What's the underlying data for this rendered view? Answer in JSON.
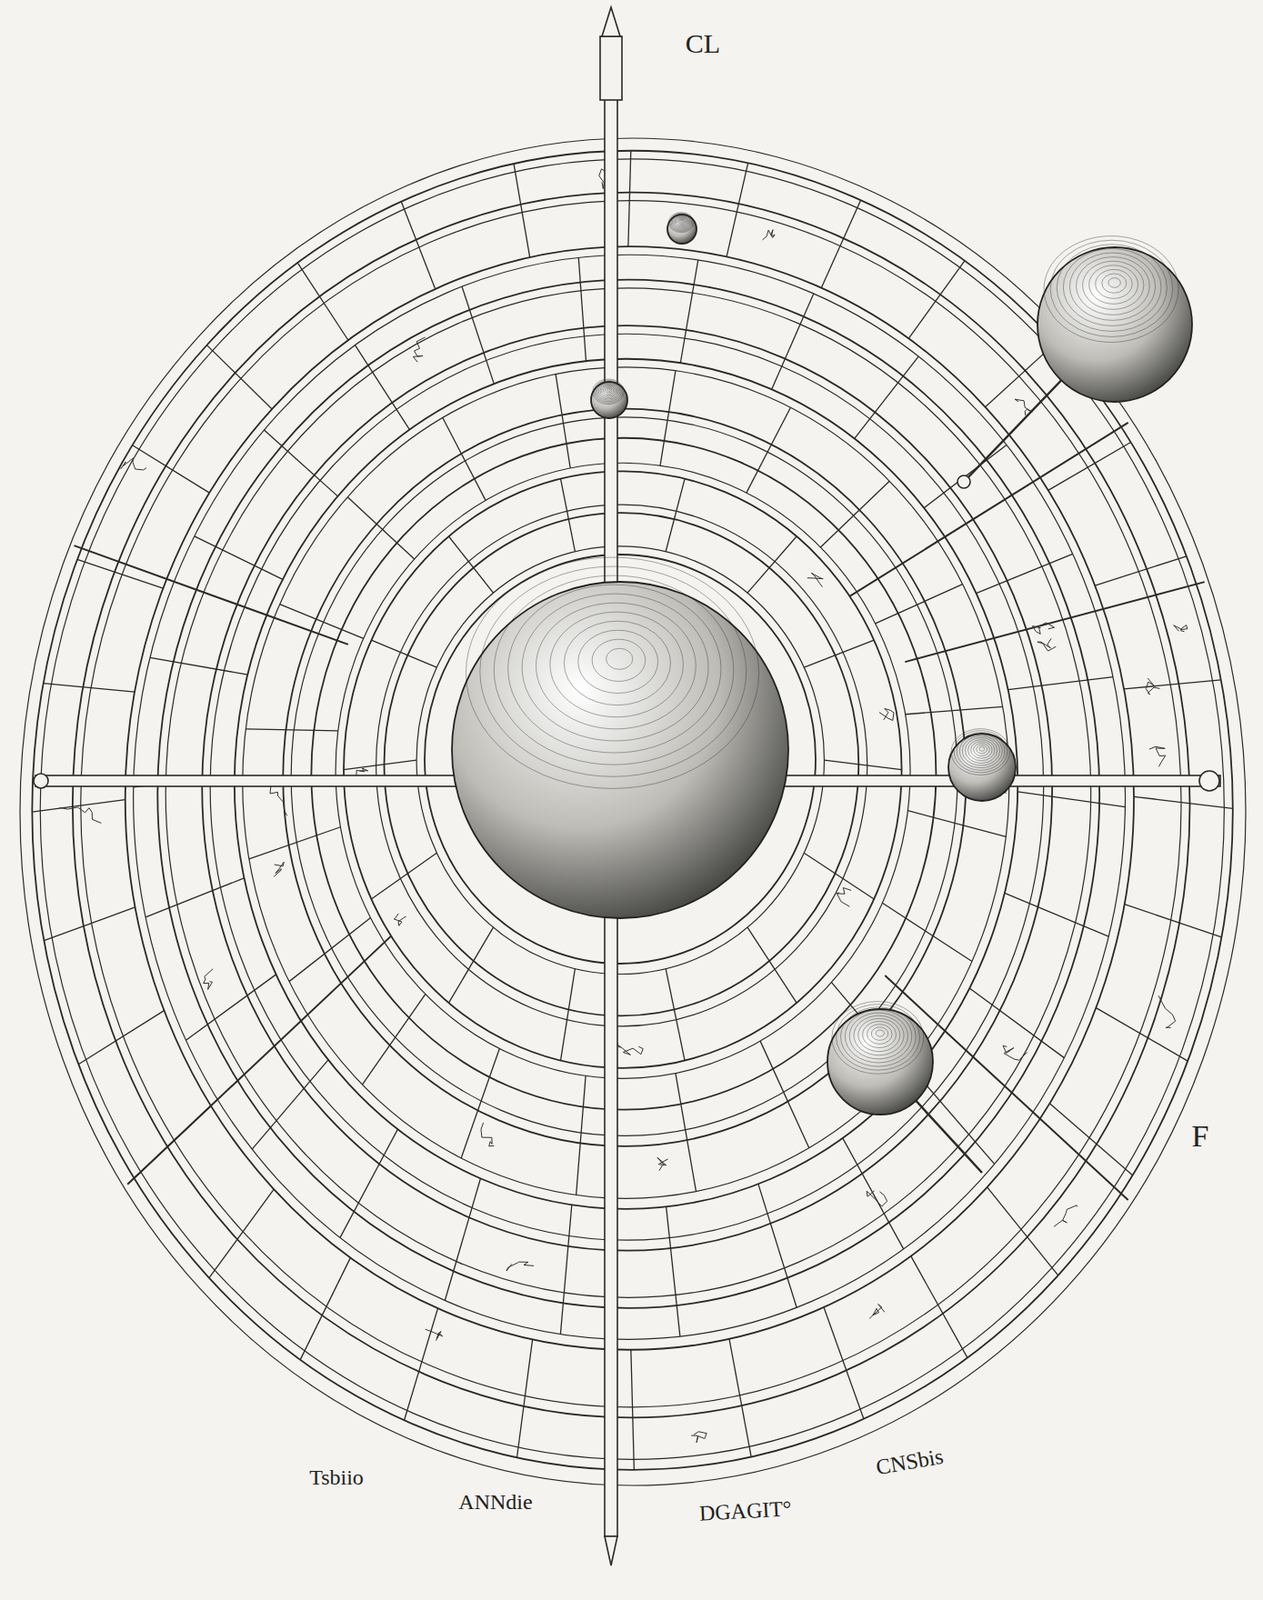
{
  "diagram": {
    "labels": [
      "CL",
      "F",
      "Tsbiio",
      "ANNdie",
      "DGAGIT°",
      "CNSbis"
    ]
  }
}
